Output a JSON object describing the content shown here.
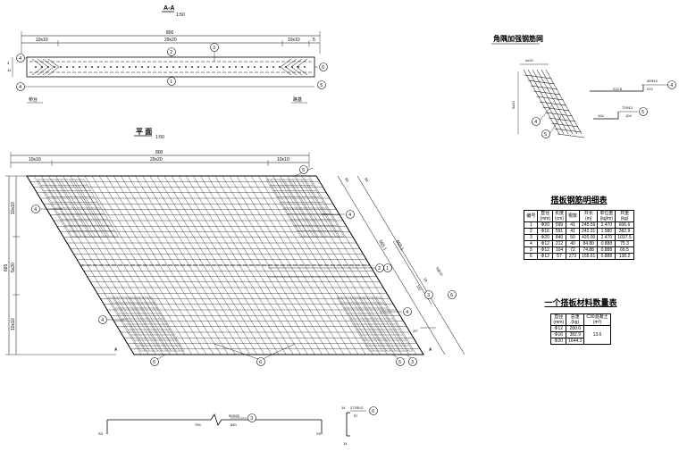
{
  "section_aa": {
    "title": "A-A",
    "scale": "1:50",
    "dims": {
      "total": "800",
      "left": "10x10",
      "middle": "29x20",
      "right": "10x10",
      "edge": "5",
      "height_a": "3",
      "height_b": "12"
    },
    "callouts": [
      "1",
      "2",
      "3",
      "4",
      "5",
      "6"
    ],
    "label_left": "桥台",
    "label_right": "路基"
  },
  "plan": {
    "title": "平 面",
    "scale": "1:50",
    "dims": {
      "top_total": "800",
      "top_left": "10x10",
      "top_mid": "29x20",
      "top_right": "10x10",
      "left_total": "665",
      "left_a": "10x10",
      "left_b": "5x20",
      "left_c": "10x10",
      "diag_a": "655.1",
      "diag_b": "555.1",
      "diag_c": "100",
      "diag_d": "5@10",
      "diag_e": "18",
      "angle": "20°",
      "small_a": "93",
      "small_b": "93"
    },
    "section_mark": "A",
    "callouts": [
      "1",
      "2",
      "3",
      "4",
      "5",
      "6"
    ]
  },
  "corner_mesh": {
    "title": "角隅加强钢筋网",
    "dims": {
      "spacing": "4x20",
      "height": "5x20"
    },
    "bar4": {
      "label": "40Φ12",
      "len_a": "212.5",
      "len_b": "212",
      "id": "4"
    },
    "bar5": {
      "label": "72Φ12",
      "len_a": "104",
      "len_b": "104",
      "id": "5"
    }
  },
  "rebar_table": {
    "title": "搭板钢筋明细表",
    "headers": [
      "编号",
      "直径\n(mm)",
      "长度\n(cm)",
      "根数",
      "共长\n(m)",
      "单位重\n(kg/m)",
      "共重\n(kg)"
    ],
    "rows": [
      [
        "1",
        "Φ20",
        "599",
        "41",
        "245.59",
        "2.470",
        "606.6"
      ],
      [
        "2",
        "Φ16",
        "591",
        "41",
        "242.31",
        "1.580",
        "382.9"
      ],
      [
        "3",
        "Φ20",
        "840",
        "50",
        "420.00",
        "2.470",
        "1037.5"
      ],
      [
        "4",
        "Φ12",
        "212",
        "40",
        "84.80",
        "0.888",
        "75.3"
      ],
      [
        "5",
        "Φ12",
        "104",
        "72",
        "74.88",
        "0.888",
        "66.5"
      ],
      [
        "6",
        "Φ12",
        "57",
        "273",
        "155.61",
        "0.888",
        "138.2"
      ]
    ]
  },
  "material_table": {
    "title": "一个搭板材料数量表",
    "headers": [
      "直径\n(mm)",
      "总重\n(kg)",
      "C30混凝土\n(m³)"
    ],
    "rows": [
      [
        "Φ12",
        "280.0",
        "13.6"
      ],
      [
        "Φ16",
        "382.9",
        ""
      ],
      [
        "Φ20",
        "1644.1",
        ""
      ]
    ]
  },
  "bar3": {
    "label": "50Φ20",
    "id": "3",
    "len_a": "794",
    "len_b": "840",
    "end_a": "S3",
    "end_b": "S3"
  },
  "bar6": {
    "label": "273Φ12",
    "id": "6",
    "len": "57",
    "end_a": "14",
    "end_b": "14"
  }
}
